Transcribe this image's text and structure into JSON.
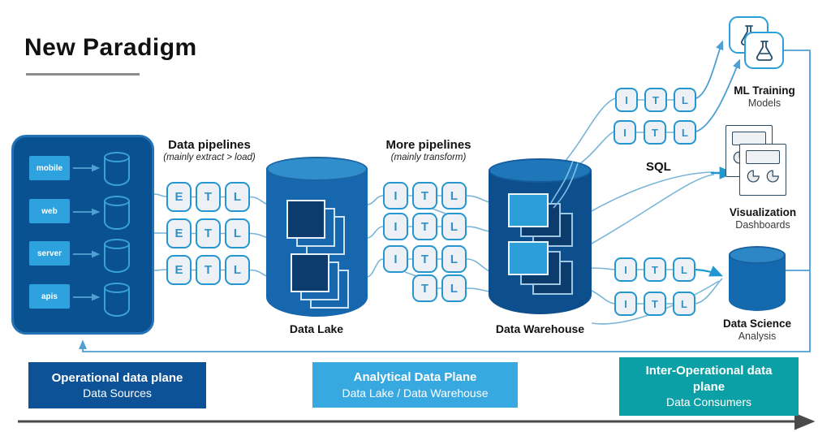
{
  "title": "New Paradigm",
  "colors": {
    "panel_blue": "#0a5191",
    "chip_blue": "#2da2de",
    "lake_body": "#1767ae",
    "lake_top": "#2f8ecb",
    "warehouse_body": "#0d4f8d",
    "warehouse_top": "#1f77ba",
    "science_body": "#1468ad",
    "science_top": "#2d86c5",
    "stack_dark": "#0c3c6e",
    "stack_bright": "#2d9fd8",
    "connector": "#7ab5d8",
    "accent_arrow": "#1f98d1",
    "banner_operational": "#0d5296",
    "banner_analytical": "#38a8e0",
    "banner_inter": "#0aa0a6"
  },
  "source_panel": {
    "items": [
      "mobile",
      "web",
      "server",
      "apis"
    ]
  },
  "sections": {
    "data_pipelines": {
      "title": "Data pipelines",
      "subtitle": "(mainly extract > load)",
      "letters": [
        "E",
        "T",
        "L"
      ]
    },
    "more_pipelines": {
      "title": "More pipelines",
      "subtitle": "(mainly transform)",
      "letters": [
        "I",
        "T",
        "L"
      ],
      "partial_letters": [
        "T",
        "L"
      ]
    },
    "top_right_pipelines": {
      "letters": [
        "I",
        "T",
        "L"
      ]
    },
    "bottom_right_pipelines": {
      "letters": [
        "I",
        "T",
        "L"
      ]
    }
  },
  "stores": {
    "data_lake": {
      "label": "Data Lake"
    },
    "data_warehouse": {
      "label": "Data Warehouse"
    },
    "data_science": {
      "label": "Data Science",
      "sublabel": "Analysis"
    }
  },
  "consumers": {
    "ml": {
      "label": "ML Training",
      "sublabel": "Models"
    },
    "viz": {
      "label": "Visualization",
      "sublabel": "Dashboards"
    },
    "sql": "SQL"
  },
  "banners": {
    "operational": {
      "title": "Operational data plane",
      "subtitle": "Data Sources"
    },
    "analytical": {
      "title": "Analytical Data Plane",
      "subtitle": "Data Lake / Data Warehouse"
    },
    "inter": {
      "title": "Inter-Operational data plane",
      "subtitle": "Data Consumers"
    }
  }
}
